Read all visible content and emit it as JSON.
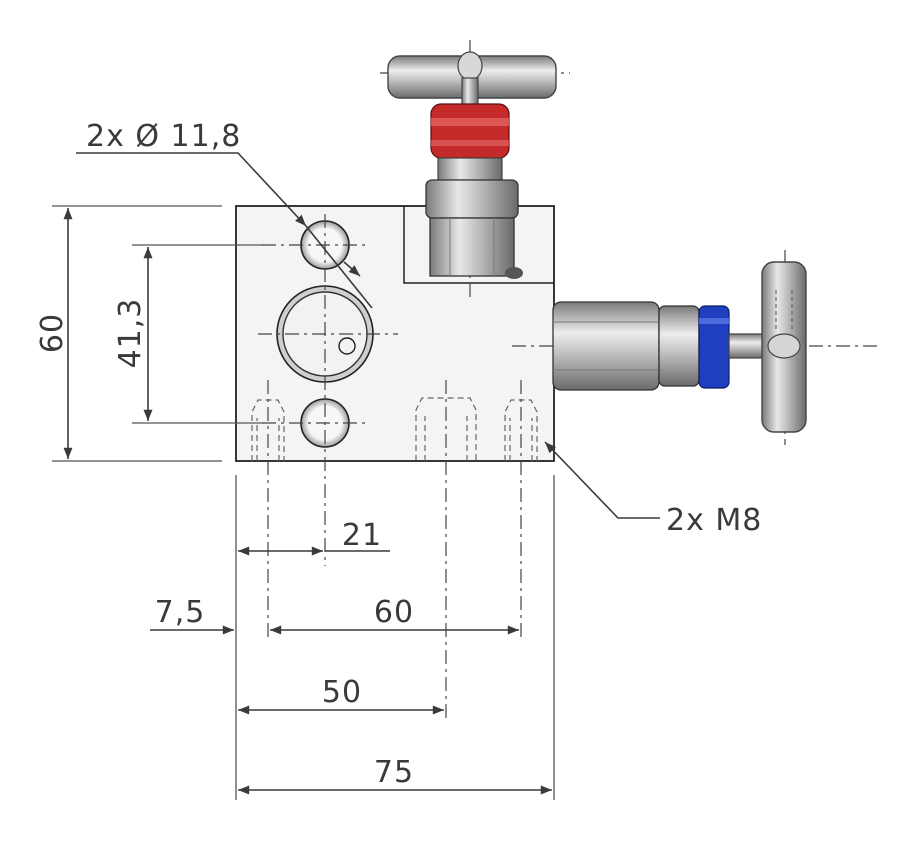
{
  "annotations": {
    "bore_callout": "2x Ø 11,8",
    "thread_callout": "2x M8"
  },
  "dimensions": {
    "height_overall": "60",
    "height_bores": "41,3",
    "bore_offset": "21",
    "edge_offset": "7,5",
    "thread_spacing": "60",
    "center_offset": "50",
    "width_overall": "75"
  },
  "colors": {
    "outline": "#222222",
    "dimension": "#3a3a3a",
    "valve_seal_red": "#c42a2a",
    "valve_seal_blue": "#1f3fbf",
    "metal": "#b8b8b8"
  }
}
